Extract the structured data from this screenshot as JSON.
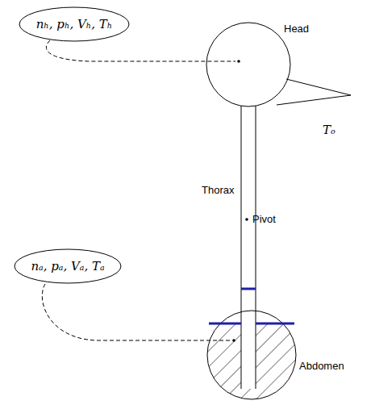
{
  "diagram": {
    "nodes": [
      {
        "text": [
          "nₕ, pₕ, Vₕ, Tₕ"
        ]
      },
      {
        "text": [
          "nₐ, pₐ, Vₐ, Tₐ"
        ]
      }
    ],
    "labels": [
      "Head",
      "Thorax",
      "Pivot",
      "Tₒ",
      "Abdomen"
    ]
  }
}
